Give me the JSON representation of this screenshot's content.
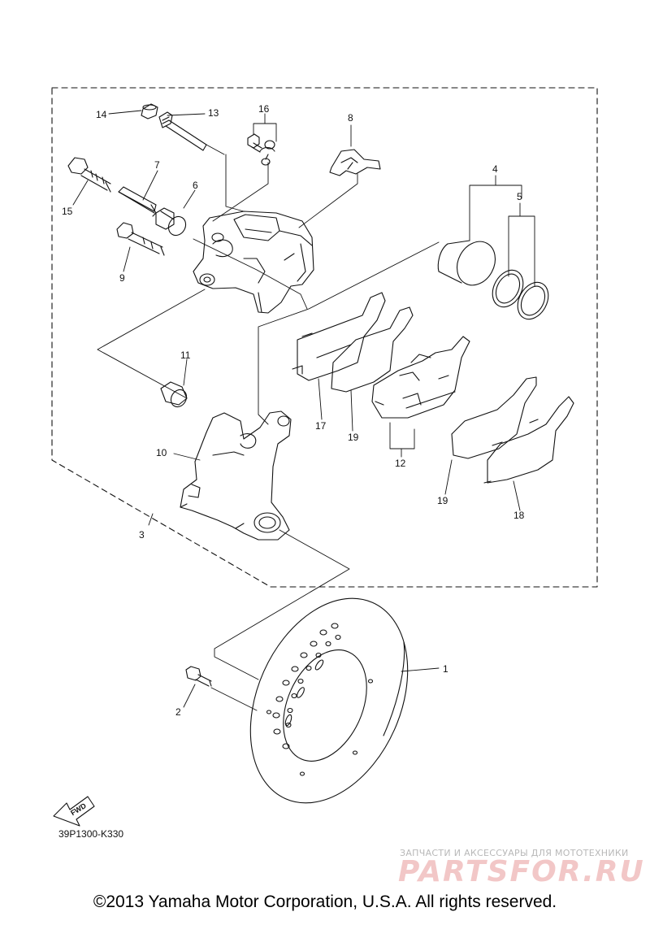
{
  "callouts": {
    "c1": "1",
    "c2": "2",
    "c3": "3",
    "c4": "4",
    "c5": "5",
    "c6": "6",
    "c7": "7",
    "c8": "8",
    "c9": "9",
    "c10": "10",
    "c11": "11",
    "c12": "12",
    "c13": "13",
    "c14": "14",
    "c15": "15",
    "c16": "16",
    "c17": "17",
    "c18": "18",
    "c19a": "19",
    "c19b": "19"
  },
  "direction_label": "FWD",
  "diagram_code": "39P1300-K330",
  "copyright": "©2013 Yamaha Motor Corporation, U.S.A. All rights reserved.",
  "watermark": {
    "tagline": "ЗАПЧАСТИ И АКСЕССУАРЫ ДЛЯ МОТОТЕХНИКИ",
    "logo": "PARTSFOR.RU"
  }
}
